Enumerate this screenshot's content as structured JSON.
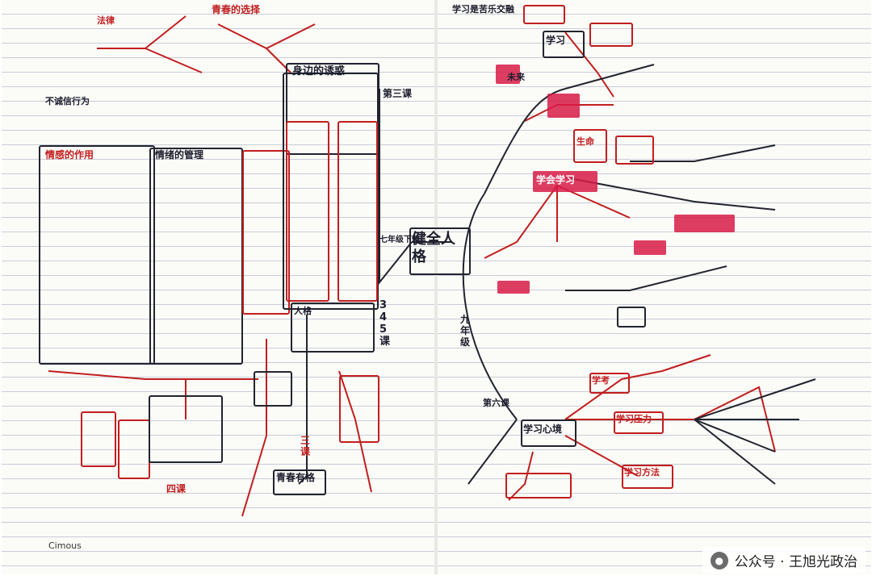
{
  "left_page": {
    "title": "身边的诱惑",
    "topic": "青春的选择",
    "emotion_box": "情感的作用",
    "experience_box": "情绪的管理",
    "note_dishonest": "不诚信行为",
    "note_law": "法律"
  },
  "center": {
    "book_title": "健全人格",
    "grade_label": "七年级下册",
    "lesson_label": "第三课",
    "lesson_numbers": "3 4 5 课",
    "youth_box": "青春有格",
    "four_lessons": "四课",
    "three_lessons": "三课",
    "people_label": "人格"
  },
  "right_page": {
    "study_box": "学习",
    "study_label": "学习是苦乐交融",
    "life_box": "生命",
    "learn_box": "学会学习",
    "mind_box": "学习心境",
    "future_label": "未来",
    "grade9_label": "九年级",
    "eighth_label": "第六课",
    "exam_label": "学考",
    "pressure_label": "学习压力",
    "method_label": "学习方法"
  },
  "footer": {
    "brand": "Cimous",
    "watermark_icon": "wechat-icon",
    "watermark": "公众号 · 王旭光政治"
  },
  "colors": {
    "ink_black": "#1c1c2c",
    "ink_red": "#c21e1e",
    "highlight": "#d81b48"
  }
}
